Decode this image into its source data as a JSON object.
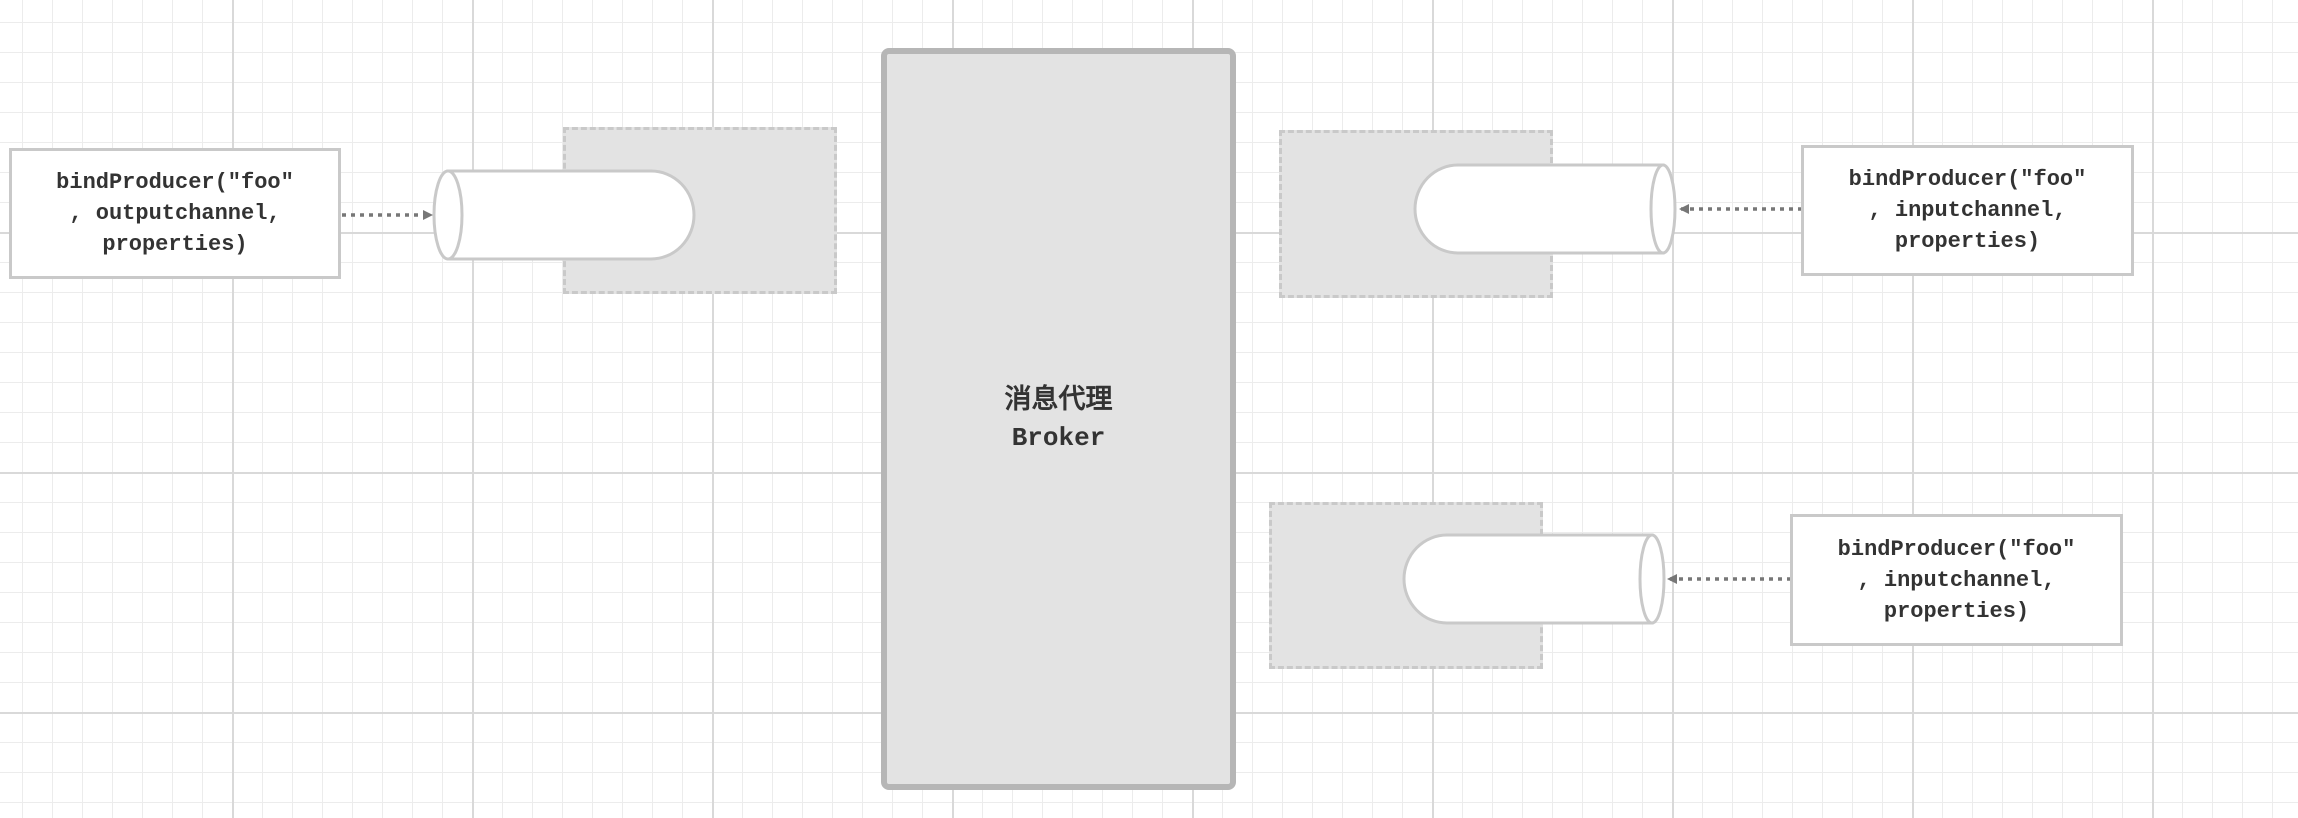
{
  "diagram": {
    "broker": {
      "title_cn": "消息代理",
      "title_en": "Broker"
    },
    "producer_box": {
      "line1": "bindProducer(\"foo\"",
      "line2": ", outputchannel,",
      "line3": "properties)"
    },
    "consumer_box_top": {
      "line1": "bindProducer(\"foo\"",
      "line2": ", inputchannel,",
      "line3": "properties)"
    },
    "consumer_box_bottom": {
      "line1": "bindProducer(\"foo\"",
      "line2": ", inputchannel,",
      "line3": "properties)"
    },
    "colors": {
      "zone_fill": "#e3e3e3",
      "zone_border": "#c9c9c9",
      "broker_border": "#b6b6b6",
      "channel_fill": "#ffffff",
      "channel_stroke": "#c9c9c9",
      "arrow": "#777777",
      "text": "#333333"
    }
  }
}
